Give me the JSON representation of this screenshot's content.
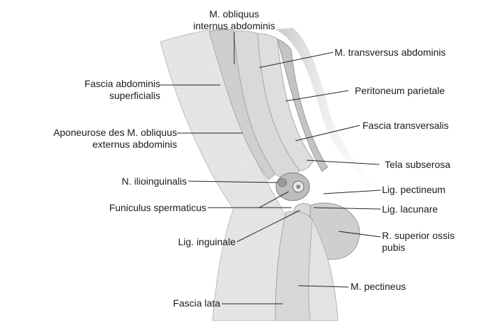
{
  "labels": {
    "obliquus_internus": [
      "M. obliquus",
      "internus abdominis"
    ],
    "transversus": "M. transversus abdominis",
    "fascia_superficialis": [
      "Fascia abdominis",
      "superficialis"
    ],
    "peritoneum": "Peritoneum parietale",
    "fascia_transversalis": "Fascia transversalis",
    "aponeurose": [
      "Aponeurose des M. obliquus",
      "externus abdominis"
    ],
    "tela_subserosa": "Tela subserosa",
    "ilioinguinalis": "N. ilioinguinalis",
    "lig_pectineum": "Lig. pectineum",
    "funiculus": "Funiculus spermaticus",
    "lig_lacunare": "Lig. lacunare",
    "lig_inguinale": "Lig. inguinale",
    "ossis_pubis": [
      "R. superior ossis",
      "pubis"
    ],
    "pectineus": "M. pectineus",
    "fascia_lata": "Fascia lata"
  },
  "colors": {
    "tissue_light": "#e4e4e4",
    "tissue_mid": "#cfcfcf",
    "tissue_dark": "#9a9a9a",
    "muscle": "#d6d6d6",
    "line": "#222222"
  }
}
